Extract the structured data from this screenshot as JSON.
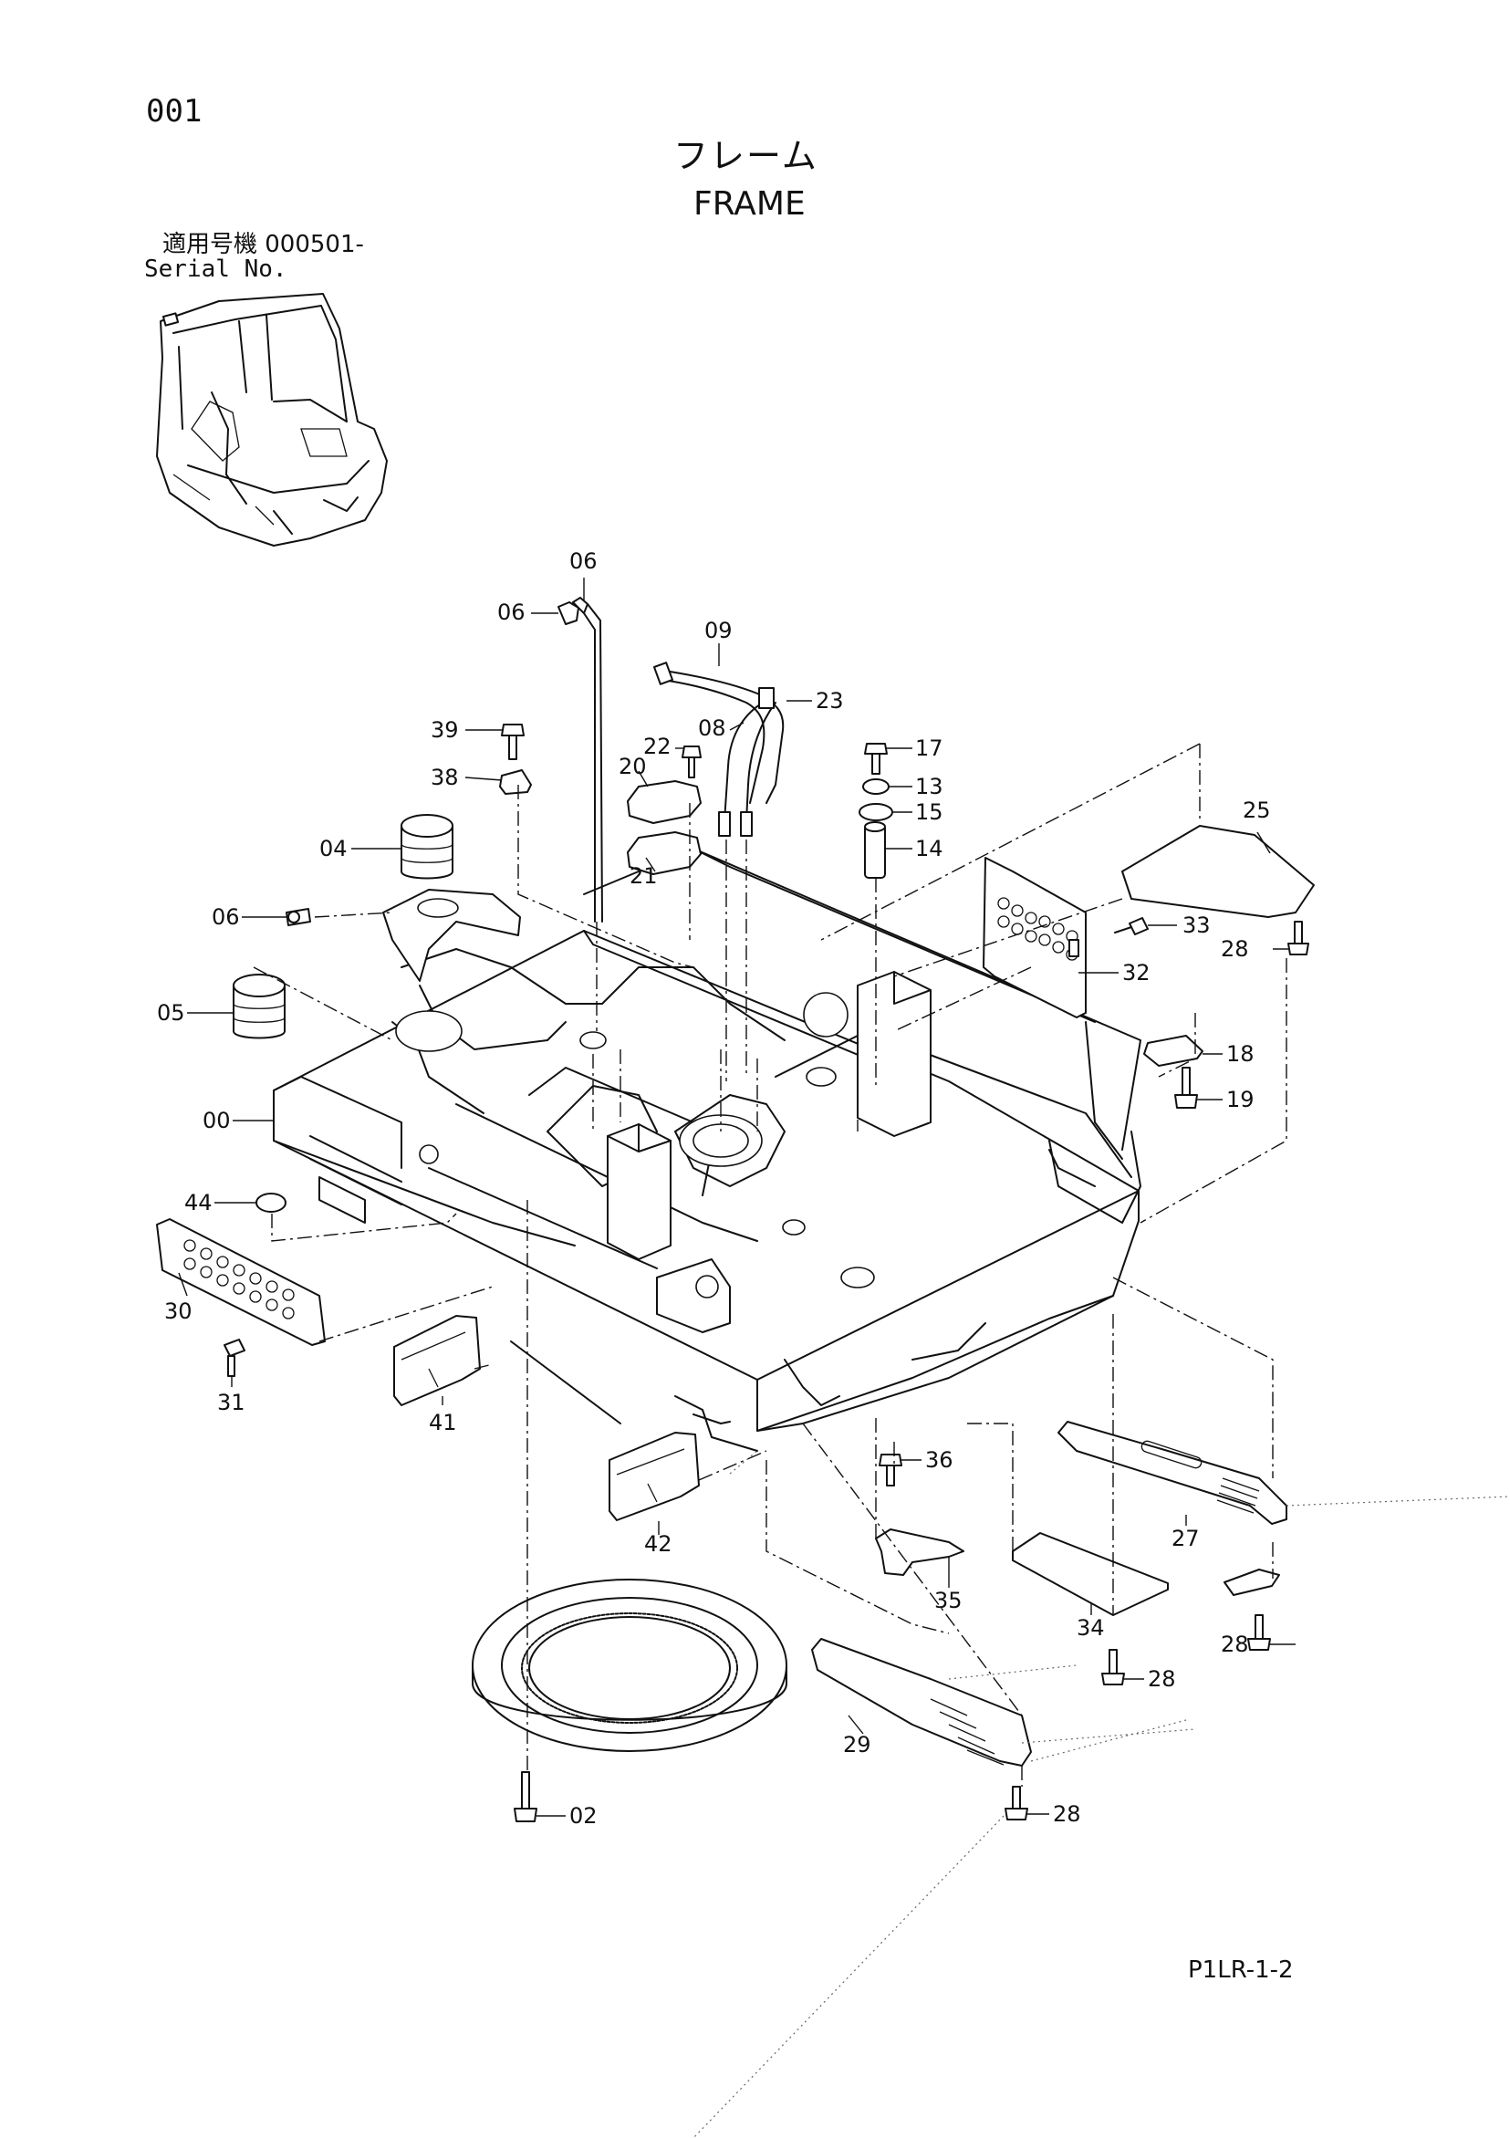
{
  "header": {
    "page_number": "001",
    "title_jp": "フレーム",
    "title_en": "FRAME",
    "serial_label_jp": "適用号機  000501-",
    "serial_label_en": "Serial No."
  },
  "footer": {
    "sheet_code": "P1LR-1-2"
  },
  "callouts": [
    "06",
    "06",
    "09",
    "23",
    "08",
    "22",
    "20",
    "21",
    "39",
    "38",
    "17",
    "13",
    "15",
    "14",
    "25",
    "33",
    "28",
    "32",
    "04",
    "06",
    "05",
    "18",
    "19",
    "00",
    "44",
    "30",
    "31",
    "41",
    "42",
    "36",
    "35",
    "34",
    "27",
    "28",
    "28",
    "29",
    "28",
    "02"
  ]
}
